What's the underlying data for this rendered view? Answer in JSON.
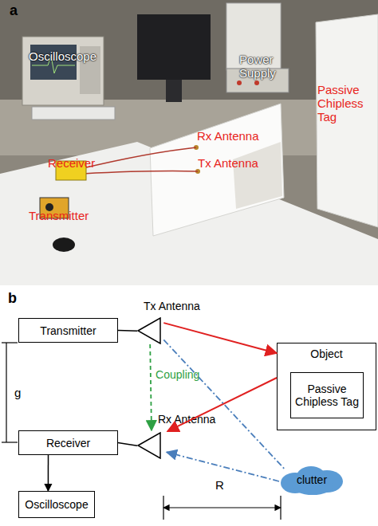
{
  "diagram": {
    "nodes": [
      {
        "text": [
          "Transmitter"
        ]
      },
      {
        "text": [
          "Tx Antenna"
        ]
      },
      {
        "text": [
          "Object"
        ]
      },
      {
        "text": [
          "Passive Chipless Tag"
        ],
        "in": 2
      },
      {
        "text": [
          "Rx Antenna"
        ]
      },
      {
        "text": [
          "Receiver"
        ]
      },
      {
        "text": [
          "clutter"
        ]
      },
      {
        "text": [
          "Oscilloscope"
        ]
      }
    ],
    "edges": [
      {
        "from": 0,
        "to": 1,
        "arrow": "none"
      },
      {
        "from": 1,
        "to": 2,
        "arrow": "to"
      },
      {
        "from": 2,
        "to": 4,
        "arrow": "to"
      },
      {
        "from": 1,
        "to": 4,
        "label": "Coupling",
        "arrow": "to"
      },
      {
        "from": 1,
        "to": 6,
        "arrow": "none"
      },
      {
        "from": 6,
        "to": 4,
        "arrow": "to"
      },
      {
        "from": 5,
        "to": 4,
        "arrow": "none"
      },
      {
        "from": 5,
        "to": 7,
        "arrow": "to"
      }
    ],
    "labels": [
      "a",
      "Oscilloscope",
      "Power Supply",
      "Passive Chipless Tag",
      "Rx Antenna",
      "Tx Antenna",
      "Receiver",
      "Transmitter",
      "b",
      "g",
      "R"
    ]
  }
}
